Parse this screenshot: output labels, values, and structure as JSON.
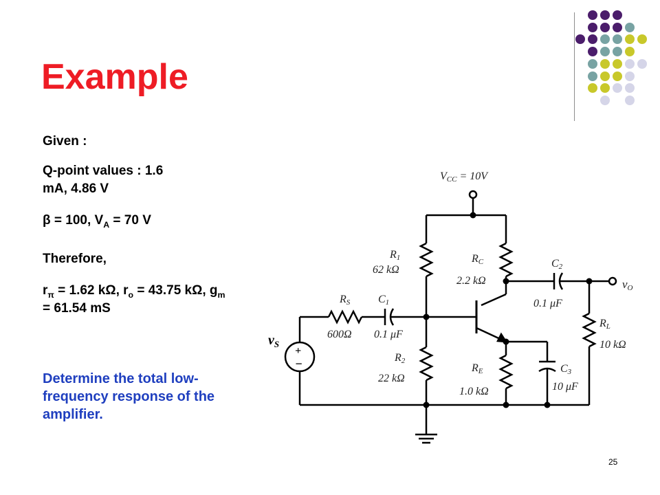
{
  "slide": {
    "title": "Example",
    "given_label": "Given :",
    "qpoint_line1": "Q-point values : 1.6",
    "qpoint_line2": "mA, 4.86 V",
    "beta_sym": "β",
    "beta_text": " = 100, V",
    "va_sub": "A",
    "va_text": " = 70 V",
    "therefore_label": "Therefore,",
    "rpi_r": "r",
    "rpi_sub": "π",
    "rpi_text": " = 1.62 kΩ, r",
    "ro_sub": "o",
    "ro_text": " = 43.75 kΩ, g",
    "gm_sub": "m",
    "gm_line2": "= 61.54 mS",
    "task": "Determine the total low-frequency response of the amplifier.",
    "page_number": "25"
  },
  "circuit": {
    "vcc": "V",
    "vcc_sub": "CC",
    "vcc_val": " = 10V",
    "r1": "R",
    "r1_sub": "1",
    "r1_val": "62 kΩ",
    "rc": "R",
    "rc_sub": "C",
    "rc_val": "2.2 kΩ",
    "c2": "C",
    "c2_sub": "2",
    "c2_val": "0.1 μF",
    "vo": "v",
    "vo_sub": "O",
    "rs": "R",
    "rs_sub": "S",
    "rs_val": "600Ω",
    "c1": "C",
    "c1_sub": "1",
    "c1_val": "0.1 μF",
    "vs": "v",
    "vs_sub": "S",
    "rl": "R",
    "rl_sub": "L",
    "rl_val": "10 kΩ",
    "r2": "R",
    "r2_sub": "2",
    "r2_val": "22 kΩ",
    "re": "R",
    "re_sub": "E",
    "re_val": "1.0 kΩ",
    "c3": "C",
    "c3_sub": "3",
    "c3_val": "10 μF",
    "plus": "+",
    "minus": "−"
  },
  "colors": {
    "title": "#ee1c25",
    "task_text": "#1f3fbf",
    "dot_purple": "#4b1d6b",
    "dot_teal": "#78a3a3",
    "dot_yellow": "#c8c82a",
    "dot_lavender": "#d5d5e8"
  }
}
